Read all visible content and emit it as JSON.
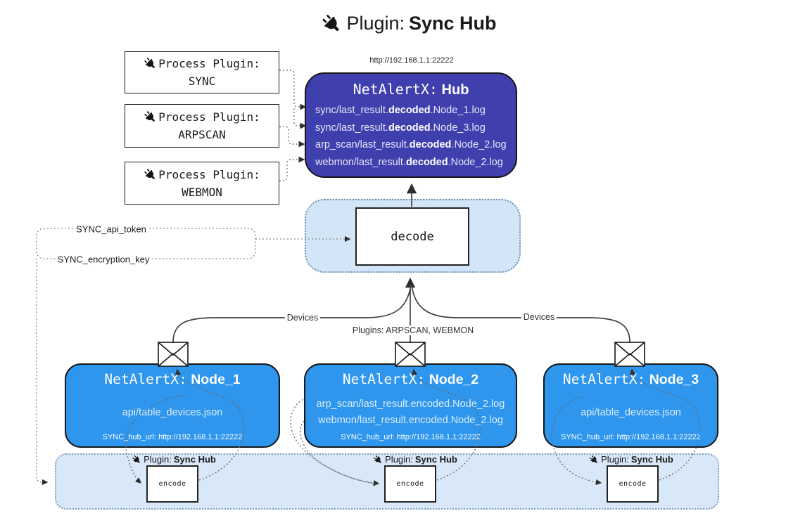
{
  "title": {
    "icon": "plug-icon",
    "prefix": "Plugin:",
    "name": "Sync Hub"
  },
  "hub": {
    "url": "http://192.168.1.1:22222",
    "name_prefix": "NetAlertX:",
    "name": "Hub",
    "logs": [
      {
        "pre": "sync/last_result.",
        "bold": "decoded",
        "post": ".Node_1.log"
      },
      {
        "pre": "sync/last_result.",
        "bold": "decoded",
        "post": ".Node_3.log"
      },
      {
        "pre": "arp_scan/last_result.",
        "bold": "decoded",
        "post": ".Node_2.log"
      },
      {
        "pre": "webmon/last_result.",
        "bold": "decoded",
        "post": ".Node_2.log"
      }
    ]
  },
  "process_plugins": [
    {
      "label": "Process Plugin:",
      "name": "SYNC"
    },
    {
      "label": "Process Plugin:",
      "name": "ARPSCAN"
    },
    {
      "label": "Process Plugin:",
      "name": "WEBMON"
    }
  ],
  "config": {
    "api_token_label": "SYNC_api_token",
    "encryption_key_label": "SYNC_encryption_key"
  },
  "decode": {
    "label": "decode"
  },
  "edges": {
    "devices_left": "Devices",
    "plugins_center": "Plugins: ARPSCAN, WEBMON",
    "devices_right": "Devices"
  },
  "nodes": [
    {
      "name_prefix": "NetAlertX:",
      "name": "Node_1",
      "files": [
        "api/table_devices.json"
      ],
      "hub_url": "SYNC_hub_url: http://192.168.1.1:22222"
    },
    {
      "name_prefix": "NetAlertX:",
      "name": "Node_2",
      "files": [
        "arp_scan/last_result.encoded.Node_2.log",
        "webmon/last_result.encoded.Node_2.log"
      ],
      "hub_url": "SYNC_hub_url: http://192.168.1.1:22222"
    },
    {
      "name_prefix": "NetAlertX:",
      "name": "Node_3",
      "files": [
        "api/table_devices.json"
      ],
      "hub_url": "SYNC_hub_url: http://192.168.1.1:22222"
    }
  ],
  "encoder_band": {
    "plugin_prefix": "Plugin:",
    "plugin_name": "Sync Hub",
    "encode_label": "encode"
  },
  "colors": {
    "hub_fill": "#3f3fae",
    "node_fill": "#2e96ed",
    "band_fill": "#d9e8f8",
    "decode_fill": "#d3e6f8",
    "band_border": "#7fa0c0"
  }
}
